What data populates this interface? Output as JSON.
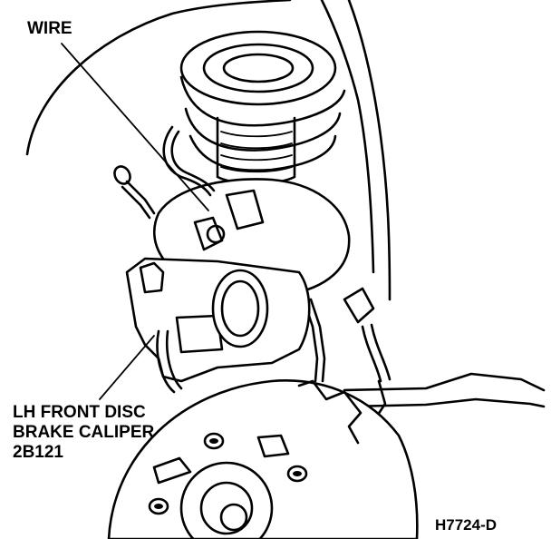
{
  "labels": {
    "wire": "WIRE",
    "caliper_line1": "LH FRONT DISC",
    "caliper_line2": "BRAKE CALIPER",
    "caliper_line3": "2B121",
    "figure_code": "H7724-D"
  },
  "colors": {
    "ink": "#000000",
    "background": "#ffffff"
  }
}
